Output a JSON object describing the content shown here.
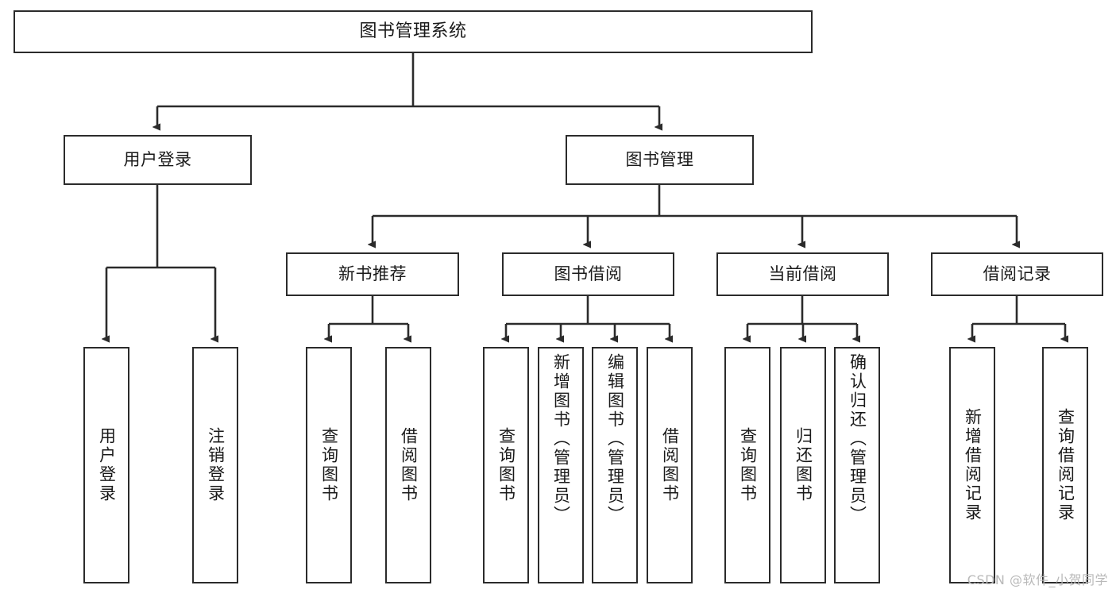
{
  "diagram": {
    "type": "tree",
    "title": "图书管理系统",
    "watermark": "CSDN @软件_小贺同学",
    "colors": {
      "box_border": "#2b2b2b",
      "box_fill": "#ffffff",
      "edge": "#2b2b2b",
      "text": "#1a1a1a",
      "watermark": "#b9b9b9",
      "background": "#ffffff"
    },
    "nodes": {
      "root": {
        "label": "图书管理系统",
        "level": 0
      },
      "level1": [
        {
          "id": "user-login",
          "label": "用户登录"
        },
        {
          "id": "book-manage",
          "label": "图书管理"
        }
      ],
      "level2": [
        {
          "id": "new-book-recommend",
          "label": "新书推荐",
          "parent": "book-manage"
        },
        {
          "id": "book-borrow",
          "label": "图书借阅",
          "parent": "book-manage"
        },
        {
          "id": "current-borrow",
          "label": "当前借阅",
          "parent": "book-manage"
        },
        {
          "id": "borrow-record",
          "label": "借阅记录",
          "parent": "book-manage"
        }
      ],
      "leaves": [
        {
          "id": "leaf-user-login",
          "label": "用户登录",
          "parent": "user-login"
        },
        {
          "id": "leaf-logout-login",
          "label": "注销登录",
          "parent": "user-login"
        },
        {
          "id": "leaf-query-book-1",
          "label": "查询图书",
          "parent": "new-book-recommend"
        },
        {
          "id": "leaf-borrow-book-1",
          "label": "借阅图书",
          "parent": "new-book-recommend"
        },
        {
          "id": "leaf-query-book-2",
          "label": "查询图书",
          "parent": "book-borrow"
        },
        {
          "id": "leaf-add-book",
          "label": "新增图书（管理员）",
          "parent": "book-borrow"
        },
        {
          "id": "leaf-edit-book",
          "label": "编辑图书（管理员）",
          "parent": "book-borrow"
        },
        {
          "id": "leaf-borrow-book-2",
          "label": "借阅图书",
          "parent": "book-borrow"
        },
        {
          "id": "leaf-query-book-3",
          "label": "查询图书",
          "parent": "current-borrow"
        },
        {
          "id": "leaf-return-book",
          "label": "归还图书",
          "parent": "current-borrow"
        },
        {
          "id": "leaf-confirm-return",
          "label": "确认归还（管理员）",
          "parent": "current-borrow"
        },
        {
          "id": "leaf-add-record",
          "label": "新增借阅记录",
          "parent": "borrow-record"
        },
        {
          "id": "leaf-query-record",
          "label": "查询借阅记录",
          "parent": "borrow-record"
        }
      ]
    }
  }
}
